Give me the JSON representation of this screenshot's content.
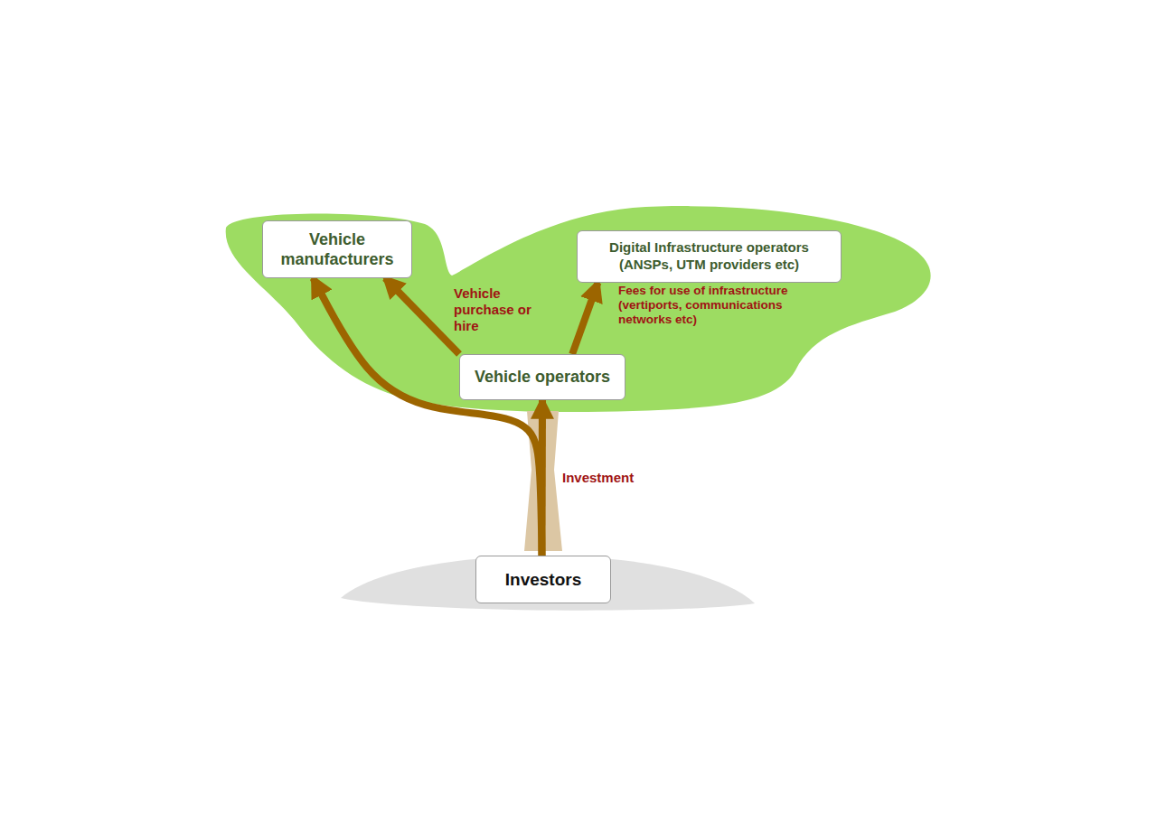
{
  "diagram": {
    "nodes": [
      {
        "text": [
          "Vehicle manufacturers"
        ]
      },
      {
        "text": [
          "Digital Infrastructure operators (ANSPs, UTM providers etc)"
        ]
      },
      {
        "text": [
          "Vehicle operators"
        ]
      },
      {
        "text": [
          "Investors"
        ]
      }
    ],
    "edges": [
      {
        "from": 3,
        "to": 2,
        "label": "Investment",
        "arrow": "to"
      },
      {
        "from": 3,
        "to": 0,
        "arrow": "to"
      },
      {
        "from": 2,
        "to": 0,
        "label": "Vehicle purchase or hire",
        "arrow": "to"
      },
      {
        "from": 2,
        "to": 1,
        "label": "Fees for use of infrastructure (vertiports, communications networks etc)",
        "arrow": "to"
      }
    ]
  }
}
